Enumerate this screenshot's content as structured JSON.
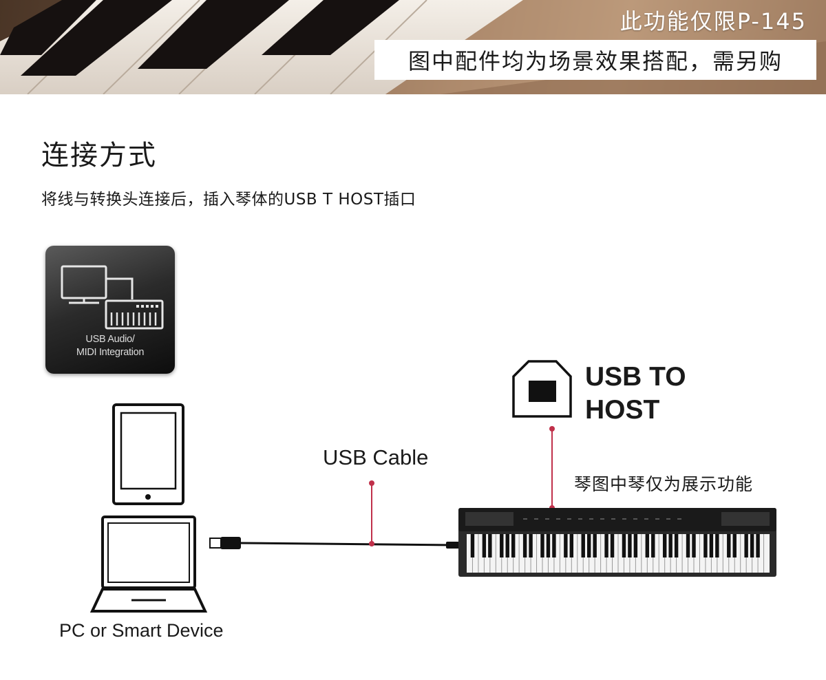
{
  "banner": {
    "model_note": "此功能仅限P-145",
    "accessory_note": "图中配件均为场景效果搭配，需另购"
  },
  "section": {
    "title": "连接方式",
    "description": "将线与转换头连接后，插入琴体的USB T HOST插口"
  },
  "badge": {
    "line1": "USB Audio/",
    "line2": "MIDI Integration"
  },
  "devices": {
    "label": "PC or Smart Device"
  },
  "cable": {
    "label": "USB Cable"
  },
  "port": {
    "line1": "USB TO",
    "line2": "HOST"
  },
  "piano": {
    "note": "琴图中琴仅为展示功能"
  },
  "colors": {
    "pointer": "#c0304a",
    "banner_text": "#ffffff"
  }
}
